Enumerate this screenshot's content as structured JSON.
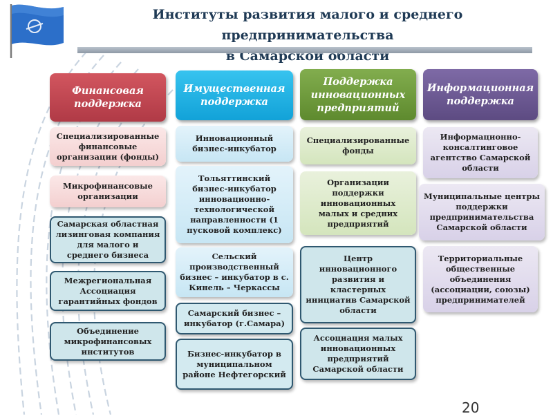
{
  "title": {
    "line1": "Институты развития малого и среднего предпринимательства",
    "line2": "в Самарской области"
  },
  "colors": {
    "financial": "#c0444f",
    "property": "#1cb3e6",
    "innovation": "#6e9a3c",
    "information": "#6a5890"
  },
  "columns": [
    {
      "header": "Финансовая поддержка",
      "items": [
        "Специализированные финансовые организации (фонды)",
        "Микрофинансовые организации",
        "Самарская областная лизинговая компания для малого и среднего бизнеса",
        "Межрегиональная Ассоциация гарантийных фондов",
        "Объединение микрофинансовых институтов"
      ]
    },
    {
      "header": "Имущественная поддержка",
      "items": [
        "Инновационный бизнес-инкубатор",
        "Тольяттинский бизнес-инкубатор инновационно-технологической направленности (1 пусковой комплекс)",
        "Сельский производственный бизнес – инкубатор в с. Кинель – Черкассы",
        "Самарский бизнес – инкубатор (г.Самара)",
        "Бизнес-инкубатор в муниципальном районе Нефтегорский"
      ]
    },
    {
      "header": "Поддержка инновационных предприятий",
      "items": [
        "Специализированные фонды",
        "Организации поддержки инновационных малых и средних предприятий",
        "Центр инновационного развития и кластерных инициатив Самарской области",
        "Ассоциация малых инновационных предприятий Самарской области"
      ]
    },
    {
      "header": "Информационная поддержка",
      "items": [
        "Информационно-консалтинговое агентство Самарской области",
        "Муниципальные центры поддержки предпринимательства Самарской области",
        "Территориальные общественные объединения (ассоциации, союзы) предпринимателей"
      ]
    }
  ],
  "page_number": "20"
}
